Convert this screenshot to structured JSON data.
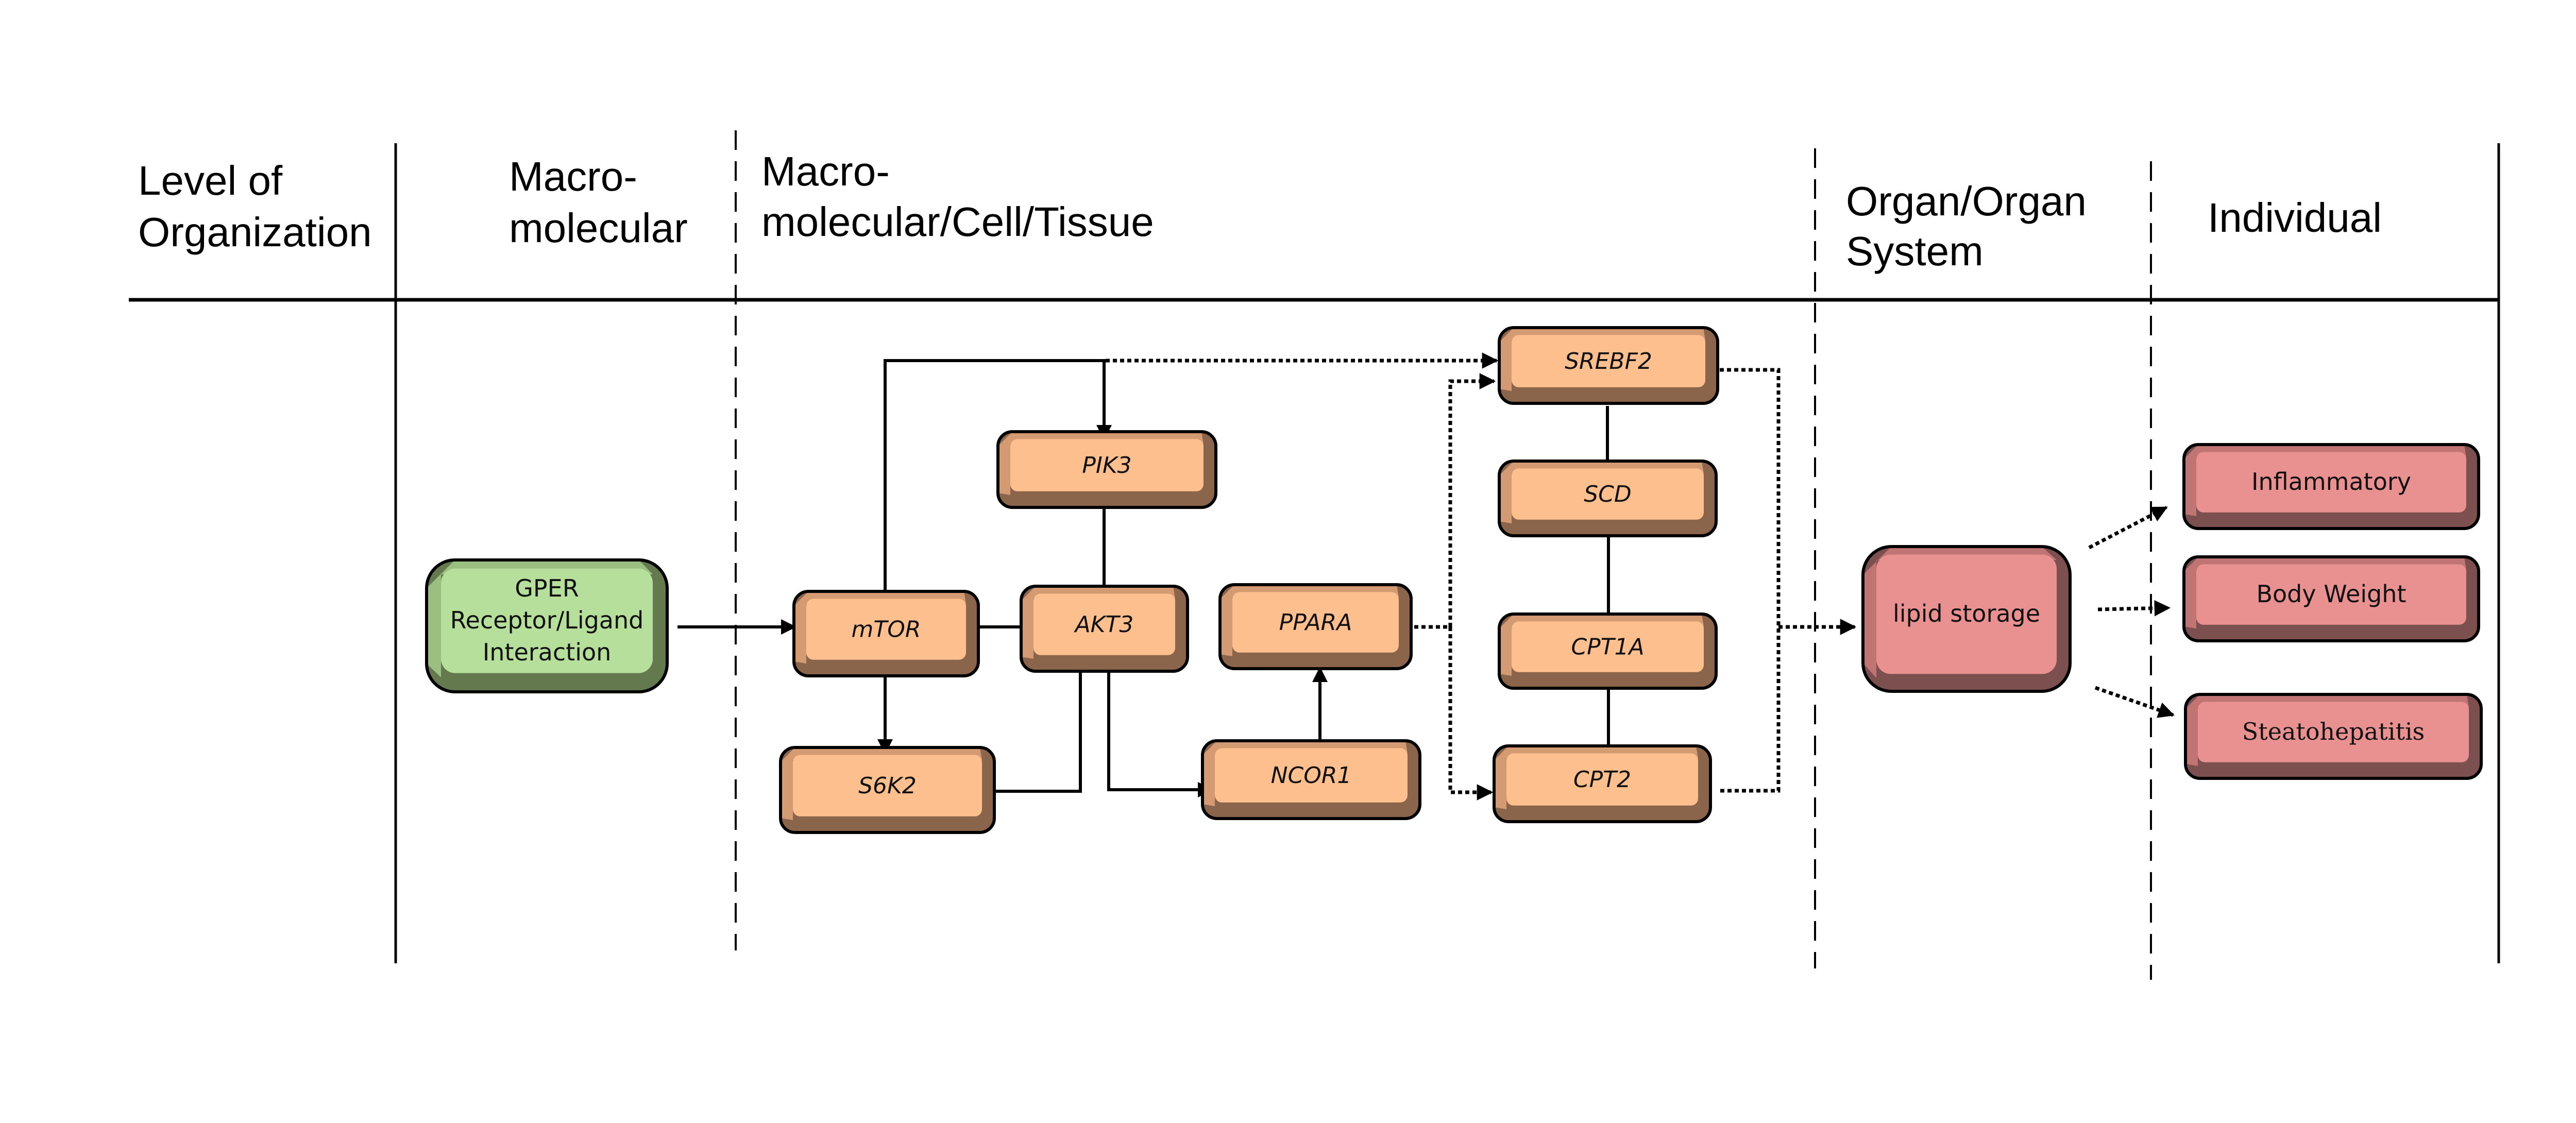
{
  "header": {
    "columns": [
      {
        "id": "level",
        "lines": [
          "Level of",
          "Organization"
        ]
      },
      {
        "id": "macromolecular",
        "lines": [
          "Macro-",
          "molecular"
        ]
      },
      {
        "id": "cell_tissue",
        "lines": [
          "Macro-",
          "molecular/Cell/Tissue"
        ]
      },
      {
        "id": "organ",
        "lines": [
          "Organ/Organ",
          "System"
        ]
      },
      {
        "id": "individual",
        "lines": [
          "Individual"
        ]
      }
    ]
  },
  "nodes": {
    "gper": {
      "lines": [
        "GPER",
        "Receptor/Ligand",
        "Interaction"
      ],
      "kind": "molecular-initiating-event"
    },
    "mtor": {
      "label": "mTOR",
      "kind": "key-event"
    },
    "akt3": {
      "label": "AKT3",
      "kind": "key-event"
    },
    "pik3": {
      "label": "PIK3",
      "kind": "key-event"
    },
    "s6k2": {
      "label": "S6K2",
      "kind": "key-event"
    },
    "ppara": {
      "label": "PPARA",
      "kind": "key-event"
    },
    "ncor1": {
      "label": "NCOR1",
      "kind": "key-event"
    },
    "srebf2": {
      "label": "SREBF2",
      "kind": "key-event"
    },
    "scd": {
      "label": "SCD",
      "kind": "key-event"
    },
    "cpt1a": {
      "label": "CPT1A",
      "kind": "key-event"
    },
    "cpt2": {
      "label": "CPT2",
      "kind": "key-event"
    },
    "lipid_storage": {
      "label": "lipid storage",
      "kind": "organ-outcome"
    },
    "inflammatory": {
      "label": "Inflammatory",
      "kind": "adverse-outcome"
    },
    "body_weight": {
      "label": "Body Weight",
      "kind": "adverse-outcome"
    },
    "steatohepatitis": {
      "label": "Steatohepatitis",
      "kind": "adverse-outcome"
    }
  },
  "edges": [
    {
      "from": "gper",
      "to": "mtor",
      "style": "solid",
      "arrow": true
    },
    {
      "from": "mtor",
      "to": "pik3",
      "style": "solid",
      "arrow": true
    },
    {
      "from": "mtor",
      "to": "akt3",
      "style": "solid",
      "arrow": false
    },
    {
      "from": "pik3",
      "to": "akt3",
      "style": "solid",
      "arrow": false
    },
    {
      "from": "mtor",
      "to": "s6k2",
      "style": "solid",
      "arrow": true
    },
    {
      "from": "akt3",
      "to": "s6k2",
      "style": "solid",
      "arrow": true
    },
    {
      "from": "akt3",
      "to": "ncor1",
      "style": "solid",
      "arrow": true
    },
    {
      "from": "ncor1",
      "to": "ppara",
      "style": "solid",
      "arrow": true
    },
    {
      "from": "mtor",
      "to": "srebf2",
      "style": "dotted",
      "arrow": true
    },
    {
      "from": "ppara",
      "to": "srebf2",
      "style": "dotted",
      "arrow": true
    },
    {
      "from": "ppara",
      "to": "cpt2",
      "style": "dotted",
      "arrow": true
    },
    {
      "from": "srebf2",
      "to": "scd",
      "style": "solid",
      "arrow": false
    },
    {
      "from": "scd",
      "to": "cpt1a",
      "style": "solid",
      "arrow": false
    },
    {
      "from": "cpt1a",
      "to": "cpt2",
      "style": "solid",
      "arrow": false
    },
    {
      "from": "srebf2",
      "to": "lipid_storage",
      "style": "dotted",
      "arrow": true
    },
    {
      "from": "cpt2",
      "to": "lipid_storage",
      "style": "dotted",
      "arrow": true
    },
    {
      "from": "lipid_storage",
      "to": "inflammatory",
      "style": "dotted",
      "arrow": true
    },
    {
      "from": "lipid_storage",
      "to": "body_weight",
      "style": "dotted",
      "arrow": true
    },
    {
      "from": "lipid_storage",
      "to": "steatohepatitis",
      "style": "dotted",
      "arrow": true
    }
  ],
  "colors": {
    "green_face": "#b5df9a",
    "green_dark": "#65794f",
    "green_light": "#9bbf80",
    "orange_face": "#fdbf8d",
    "orange_dark": "#8b654b",
    "orange_light": "#d49a72",
    "red_face": "#e99090",
    "red_dark": "#7d5050",
    "red_light": "#c07474",
    "line": "#000000"
  }
}
